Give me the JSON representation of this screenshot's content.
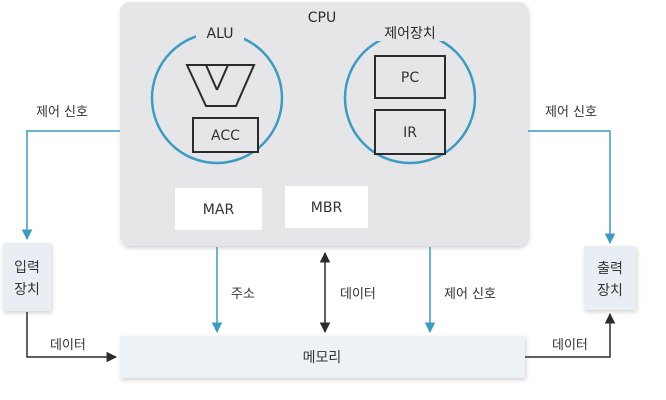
{
  "cpu": {
    "title": "CPU",
    "alu": {
      "title": "ALU",
      "register": "ACC"
    },
    "control_unit": {
      "title": "제어장치",
      "registers": [
        "PC",
        "IR"
      ]
    },
    "mar": "MAR",
    "mbr": "MBR"
  },
  "memory": "메모리",
  "input_device": {
    "line1": "입력",
    "line2": "장치"
  },
  "output_device": {
    "line1": "출력",
    "line2": "장치"
  },
  "signals": {
    "control_left": "제어 신호",
    "control_right": "제어 신호",
    "address": "주소",
    "data_bus": "데이터",
    "control_bottom": "제어 신호",
    "data_input": "데이터",
    "data_output": "데이터"
  },
  "colors": {
    "cpu_fill": "#e6e6e8",
    "device_fill": "#e8eef3",
    "memory_fill": "#edf2f6",
    "accent_blue": "#3a9cc2",
    "box_border": "#2b2b2b",
    "dark_arrow": "#2b2b2b"
  }
}
